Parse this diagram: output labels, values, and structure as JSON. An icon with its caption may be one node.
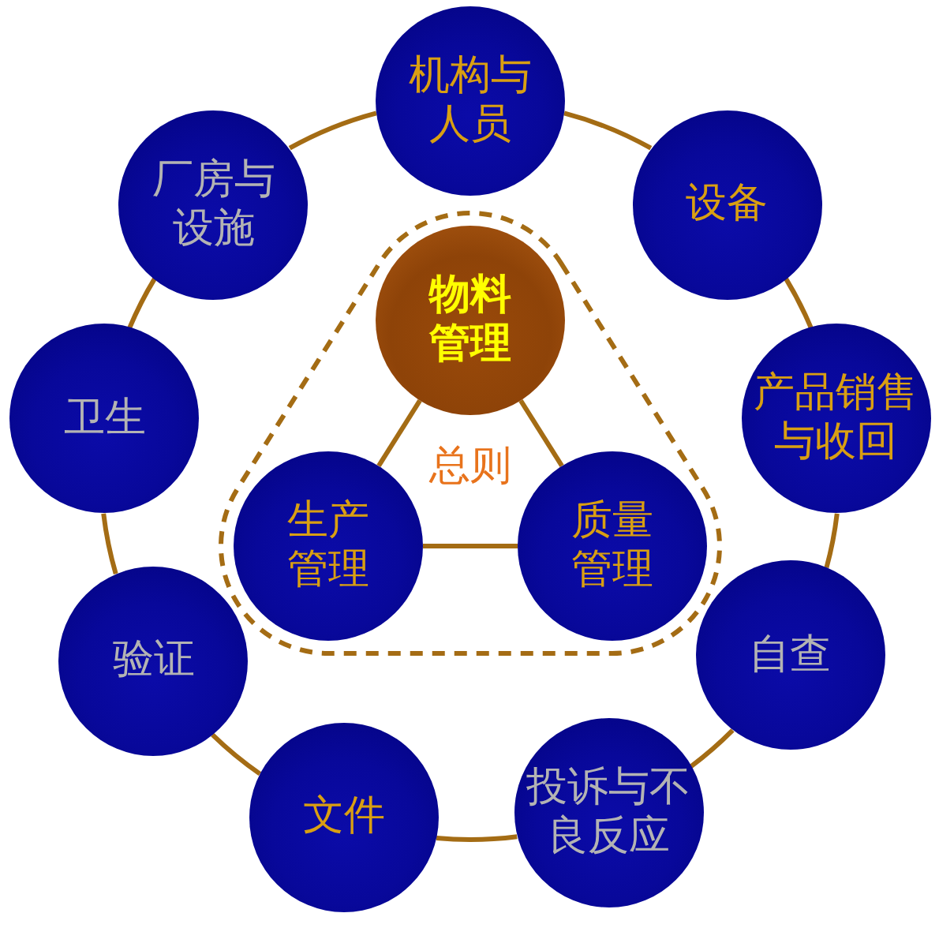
{
  "diagram": {
    "nodes": [
      {
        "text": [
          "总则"
        ]
      },
      {
        "text": [
          "物料管理"
        ],
        "in": 0
      },
      {
        "text": [
          "生产管理"
        ],
        "in": 0
      },
      {
        "text": [
          "质量管理"
        ],
        "in": 0
      },
      {
        "text": [
          "机构与人员"
        ]
      },
      {
        "text": [
          "设备"
        ]
      },
      {
        "text": [
          "产品销售与收回"
        ]
      },
      {
        "text": [
          "自查"
        ]
      },
      {
        "text": [
          "投诉与不良反应"
        ]
      },
      {
        "text": [
          "文件"
        ]
      },
      {
        "text": [
          "验证"
        ]
      },
      {
        "text": [
          "卫生"
        ]
      },
      {
        "text": [
          "厂房与设施"
        ]
      }
    ],
    "edges": [
      {
        "from": 1,
        "to": 2,
        "arrow": "none"
      },
      {
        "from": 1,
        "to": 3,
        "arrow": "none"
      },
      {
        "from": 2,
        "to": 3,
        "arrow": "none"
      },
      {
        "from": 4,
        "to": 5,
        "arrow": "none"
      },
      {
        "from": 5,
        "to": 6,
        "arrow": "none"
      },
      {
        "from": 6,
        "to": 7,
        "arrow": "none"
      },
      {
        "from": 7,
        "to": 8,
        "arrow": "none"
      },
      {
        "from": 8,
        "to": 9,
        "arrow": "none"
      },
      {
        "from": 9,
        "to": 10,
        "arrow": "none"
      },
      {
        "from": 10,
        "to": 11,
        "arrow": "none"
      },
      {
        "from": 11,
        "to": 12,
        "arrow": "none"
      },
      {
        "from": 12,
        "to": 4,
        "arrow": "none"
      }
    ]
  }
}
